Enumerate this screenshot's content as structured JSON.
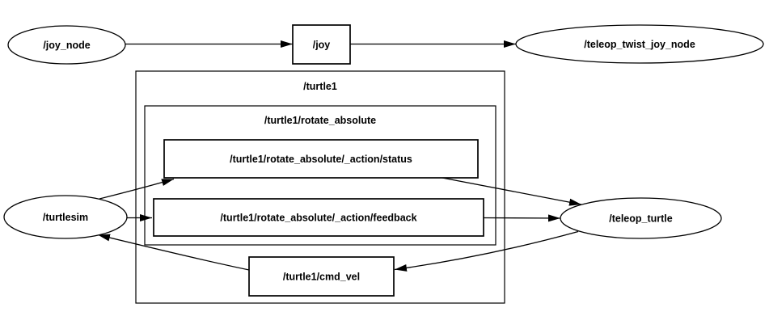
{
  "diagram": {
    "kind": "ros2-node-topic-graph",
    "colors": {
      "background": "#ffffff",
      "stroke": "#000000",
      "node_fill": "#ffffff",
      "text": "#000000"
    },
    "nodes": {
      "joy_node": {
        "label": "/joy_node",
        "shape": "ellipse"
      },
      "joy": {
        "label": "/joy",
        "shape": "box"
      },
      "teleop_twist_joy_node": {
        "label": "/teleop_twist_joy_node",
        "shape": "ellipse"
      },
      "turtlesim": {
        "label": "/turtlesim",
        "shape": "ellipse"
      },
      "teleop_turtle": {
        "label": "/teleop_turtle",
        "shape": "ellipse"
      },
      "status": {
        "label": "/turtle1/rotate_absolute/_action/status",
        "shape": "box"
      },
      "feedback": {
        "label": "/turtle1/rotate_absolute/_action/feedback",
        "shape": "box"
      },
      "cmd_vel": {
        "label": "/turtle1/cmd_vel",
        "shape": "box"
      }
    },
    "groups": {
      "turtle1": {
        "label": "/turtle1"
      },
      "rotate_absolute": {
        "label": "/turtle1/rotate_absolute"
      }
    },
    "edges": [
      {
        "from": "/joy_node",
        "to": "/joy"
      },
      {
        "from": "/joy",
        "to": "/teleop_twist_joy_node"
      },
      {
        "from": "/turtlesim",
        "to": "/turtle1/rotate_absolute/_action/status"
      },
      {
        "from": "/turtlesim",
        "to": "/turtle1/rotate_absolute/_action/feedback"
      },
      {
        "from": "/turtle1/rotate_absolute/_action/status",
        "to": "/teleop_turtle"
      },
      {
        "from": "/turtle1/rotate_absolute/_action/feedback",
        "to": "/teleop_turtle"
      },
      {
        "from": "/teleop_turtle",
        "to": "/turtle1/cmd_vel"
      },
      {
        "from": "/turtle1/cmd_vel",
        "to": "/turtlesim"
      }
    ]
  }
}
